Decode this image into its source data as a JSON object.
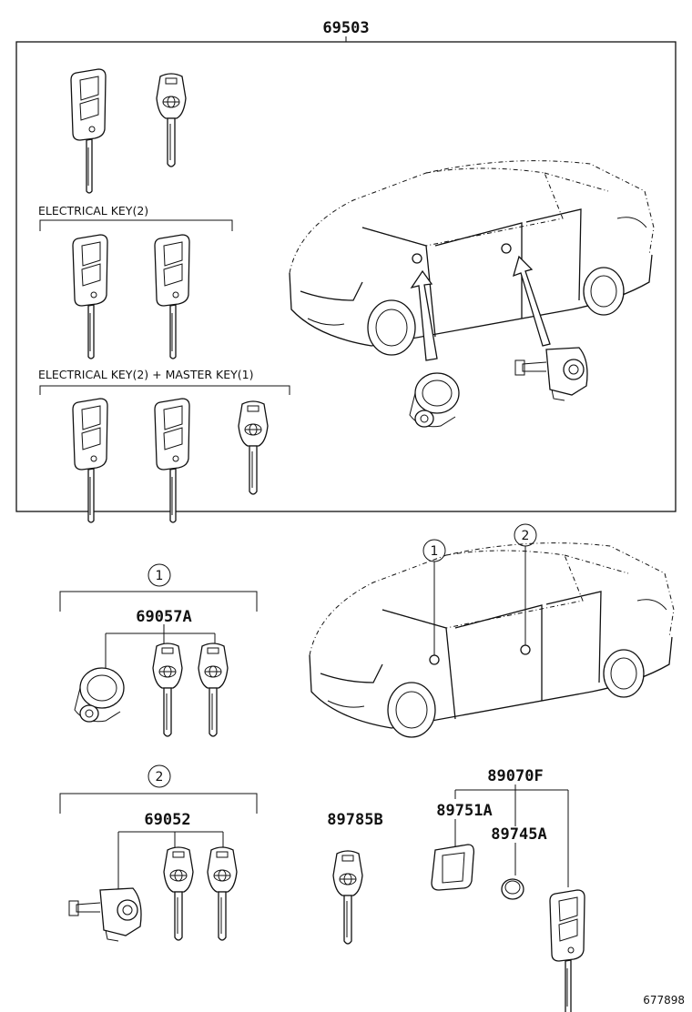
{
  "part_numbers": {
    "kit": "69503",
    "lock_set": "69057A",
    "door_set": "69052",
    "key_blank": "89785B",
    "transmitter": "89070F",
    "case": "89751A",
    "battery": "89745A"
  },
  "labels": {
    "electrical_key_2": "ELECTRICAL KEY(2)",
    "electrical_master": "ELECTRICAL KEY(2) + MASTER KEY(1)"
  },
  "callouts": {
    "one": "1",
    "two": "2"
  },
  "reference": "677898"
}
